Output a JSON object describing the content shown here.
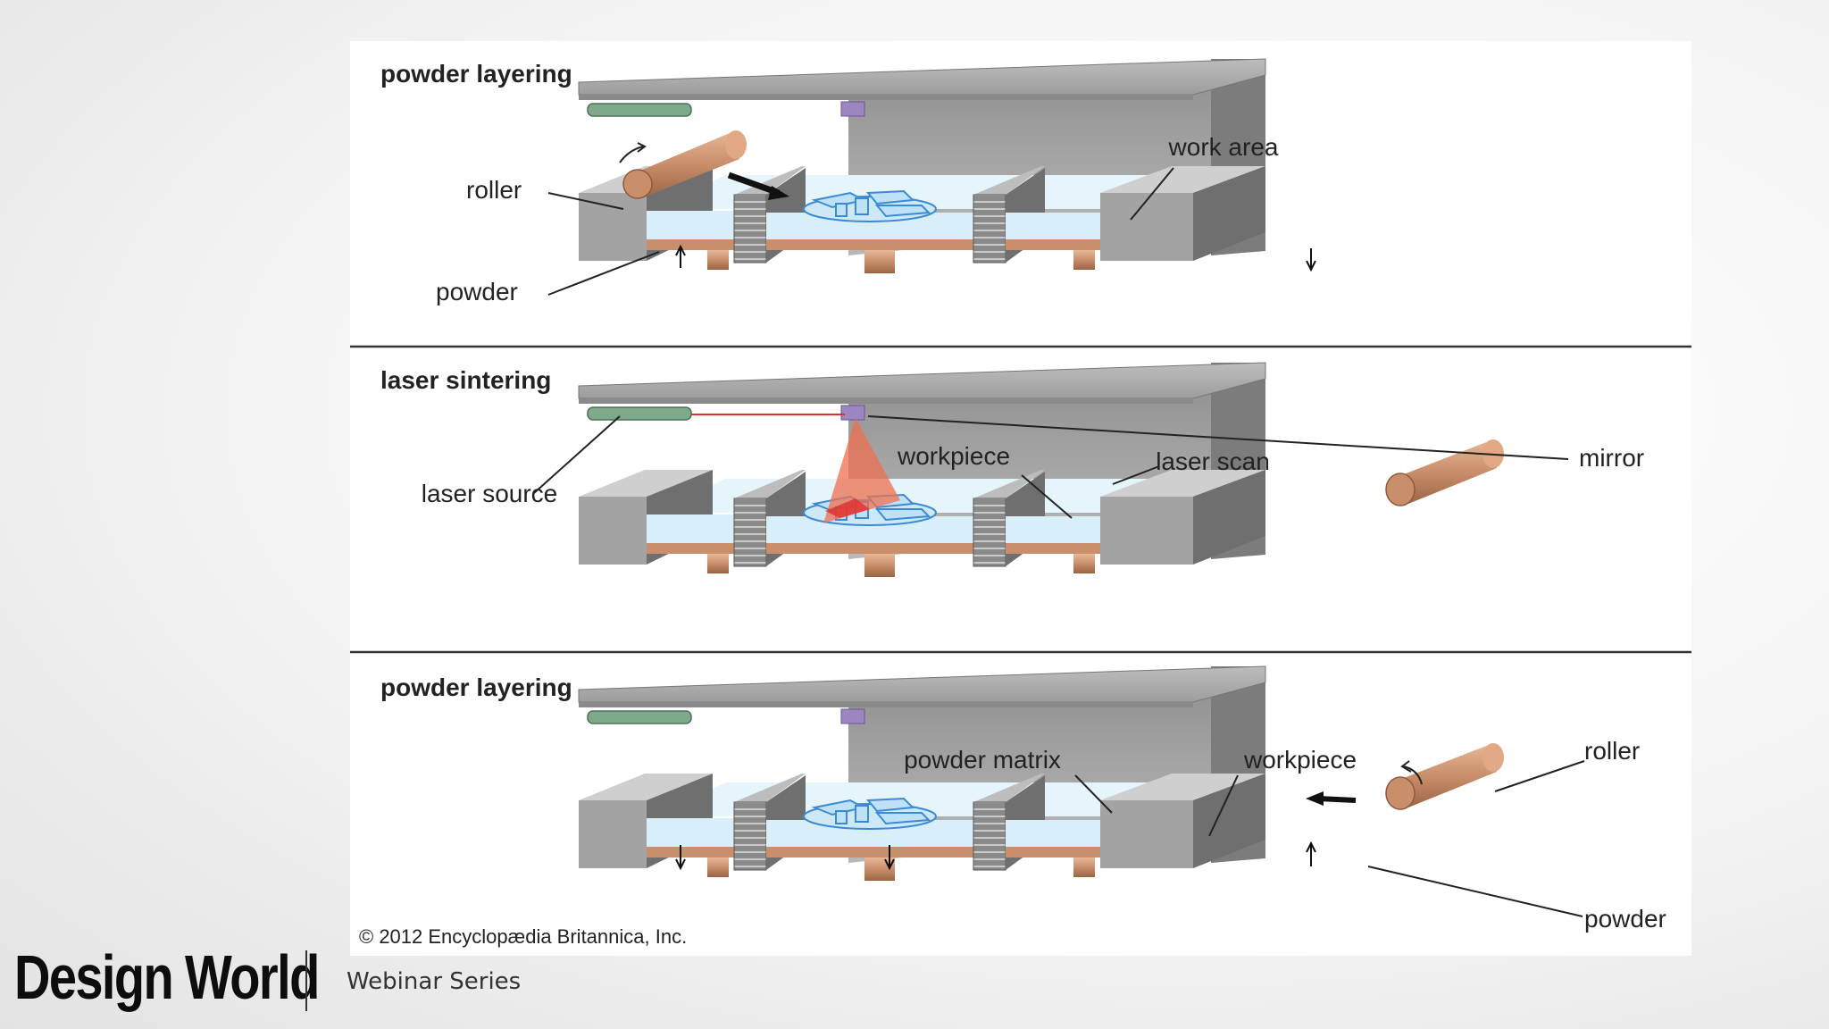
{
  "colors": {
    "frame_gray": "#a7a7a7",
    "frame_dark": "#6e6e6e",
    "powder_blue": "#d8eef8",
    "bronze_rod": "#c98e6a",
    "laser_source_green": "#7fa98b",
    "mirror_purple": "#9b86c0",
    "laser_red": "#e03030",
    "workpiece_blue": "#3a8ad6",
    "panel_divider": "#333333"
  },
  "panels": [
    {
      "title": "powder layering",
      "labels": {
        "roller": "roller",
        "powder": "powder",
        "work_area": "work area"
      }
    },
    {
      "title": "laser sintering",
      "labels": {
        "laser_source": "laser source",
        "workpiece": "workpiece",
        "laser_scan": "laser scan",
        "mirror": "mirror"
      }
    },
    {
      "title": "powder layering",
      "labels": {
        "powder_matrix": "powder matrix",
        "workpiece": "workpiece",
        "roller": "roller",
        "powder": "powder"
      }
    }
  ],
  "copyright": "© 2012 Encyclopædia Britannica, Inc.",
  "branding": {
    "logo": "Design World",
    "subtitle": "Webinar Series"
  }
}
